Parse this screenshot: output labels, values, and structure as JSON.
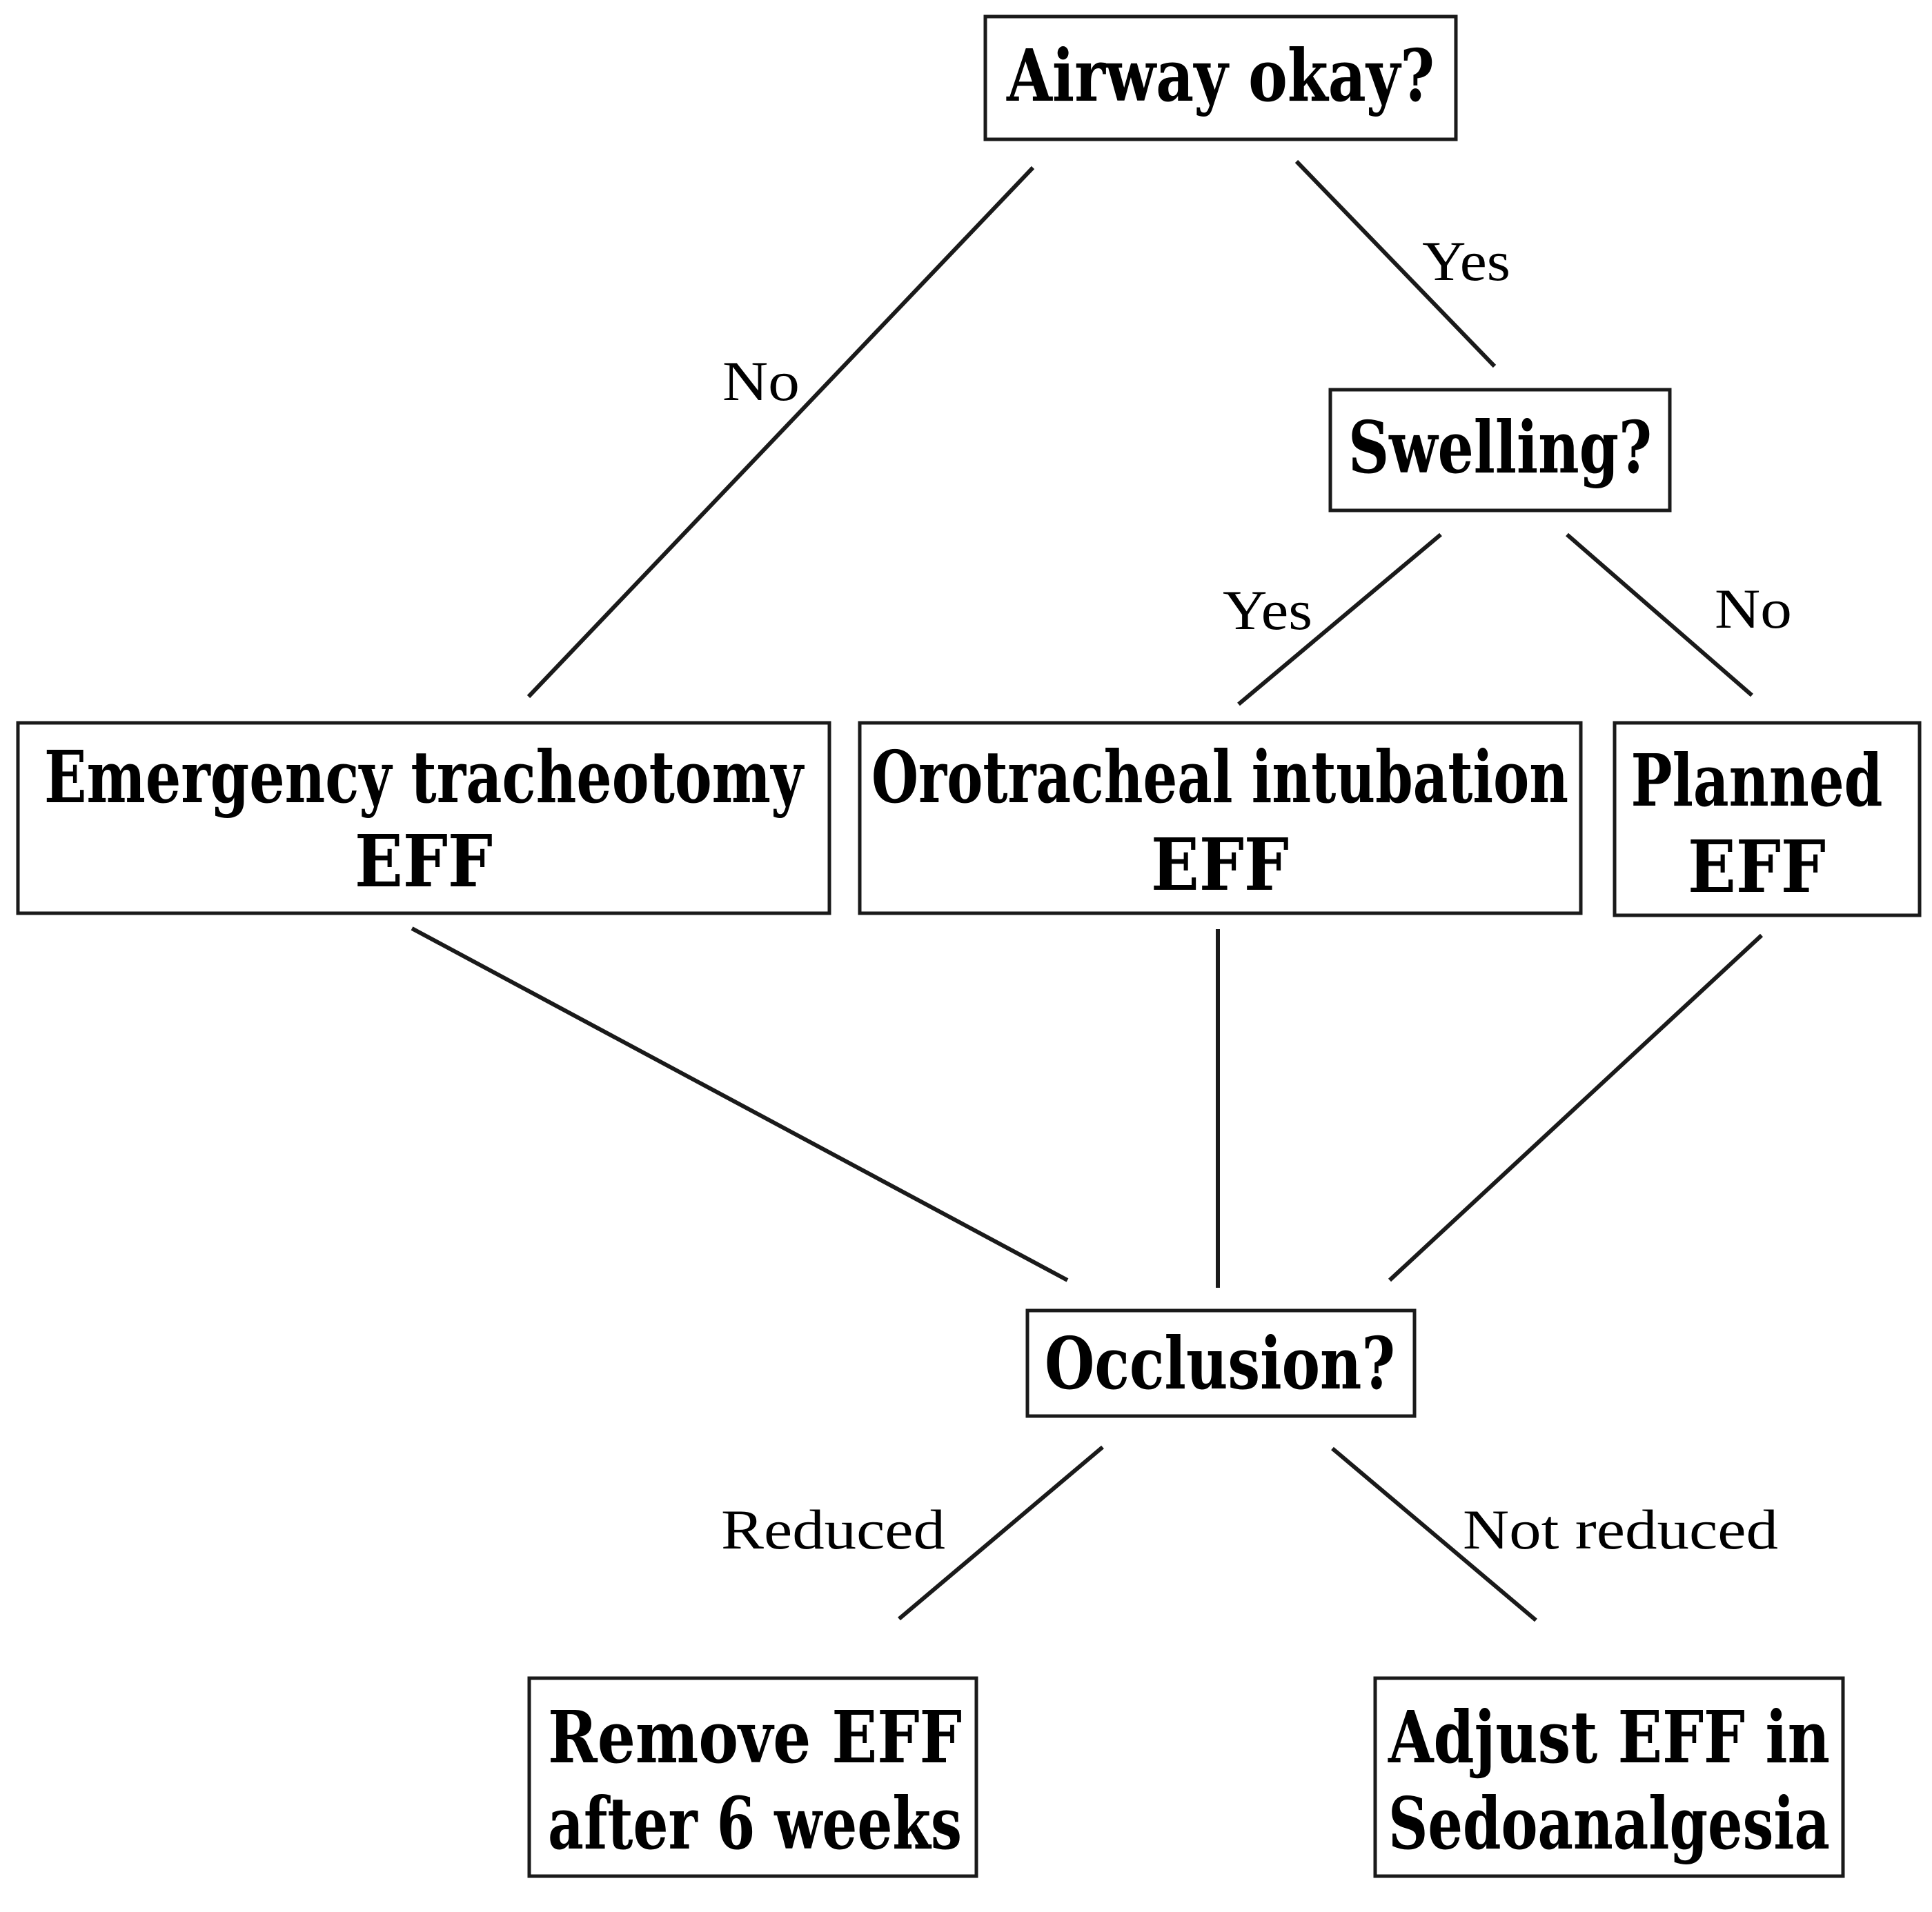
{
  "nodes": {
    "airway": {
      "line1": "Airway okay?"
    },
    "swelling": {
      "line1": "Swelling?"
    },
    "emergency": {
      "line1": "Emergency tracheotomy",
      "line2": "EFF"
    },
    "orotracheal": {
      "line1": "Orotracheal intubation",
      "line2": "EFF"
    },
    "planned": {
      "line1": "Planned",
      "line2": "EFF"
    },
    "occlusion": {
      "line1": "Occlusion?"
    },
    "remove": {
      "line1": "Remove EFF",
      "line2": "after 6 weeks"
    },
    "adjust": {
      "line1": "Adjust EFF in",
      "line2": "Sedoanalgesia"
    }
  },
  "edge_labels": {
    "airway_no": "No",
    "airway_yes": "Yes",
    "swelling_yes": "Yes",
    "swelling_no": "No",
    "occlusion_reduced": "Reduced",
    "occlusion_not_reduced": "Not reduced"
  }
}
